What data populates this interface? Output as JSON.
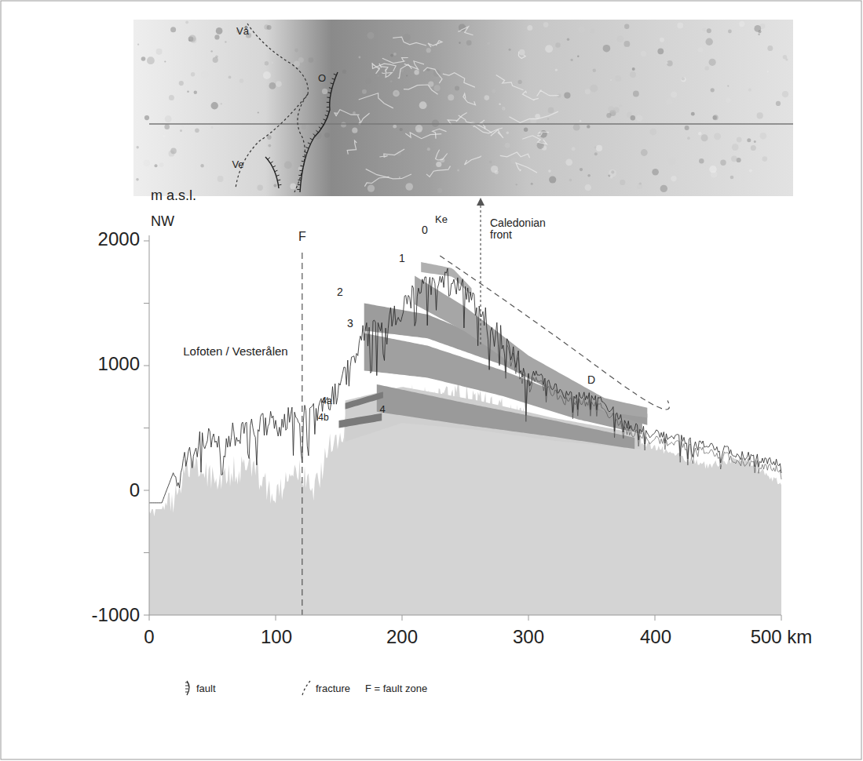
{
  "diagram": {
    "labels": [
      "m a.s.l.",
      "NW",
      "2000",
      "1000",
      "0",
      "-1000",
      "0",
      "100",
      "200",
      "300",
      "400",
      "500 km",
      "F",
      "Ke",
      "Caledonian front",
      "0",
      "1",
      "2",
      "3",
      "4a",
      "4b",
      "4",
      "D",
      "Lofoten / Vesterålen",
      "Vå",
      "O",
      "Ve"
    ],
    "legend": [
      {
        "text": "fault"
      },
      {
        "text": "fracture"
      },
      {
        "text": "F = fault zone"
      }
    ]
  }
}
